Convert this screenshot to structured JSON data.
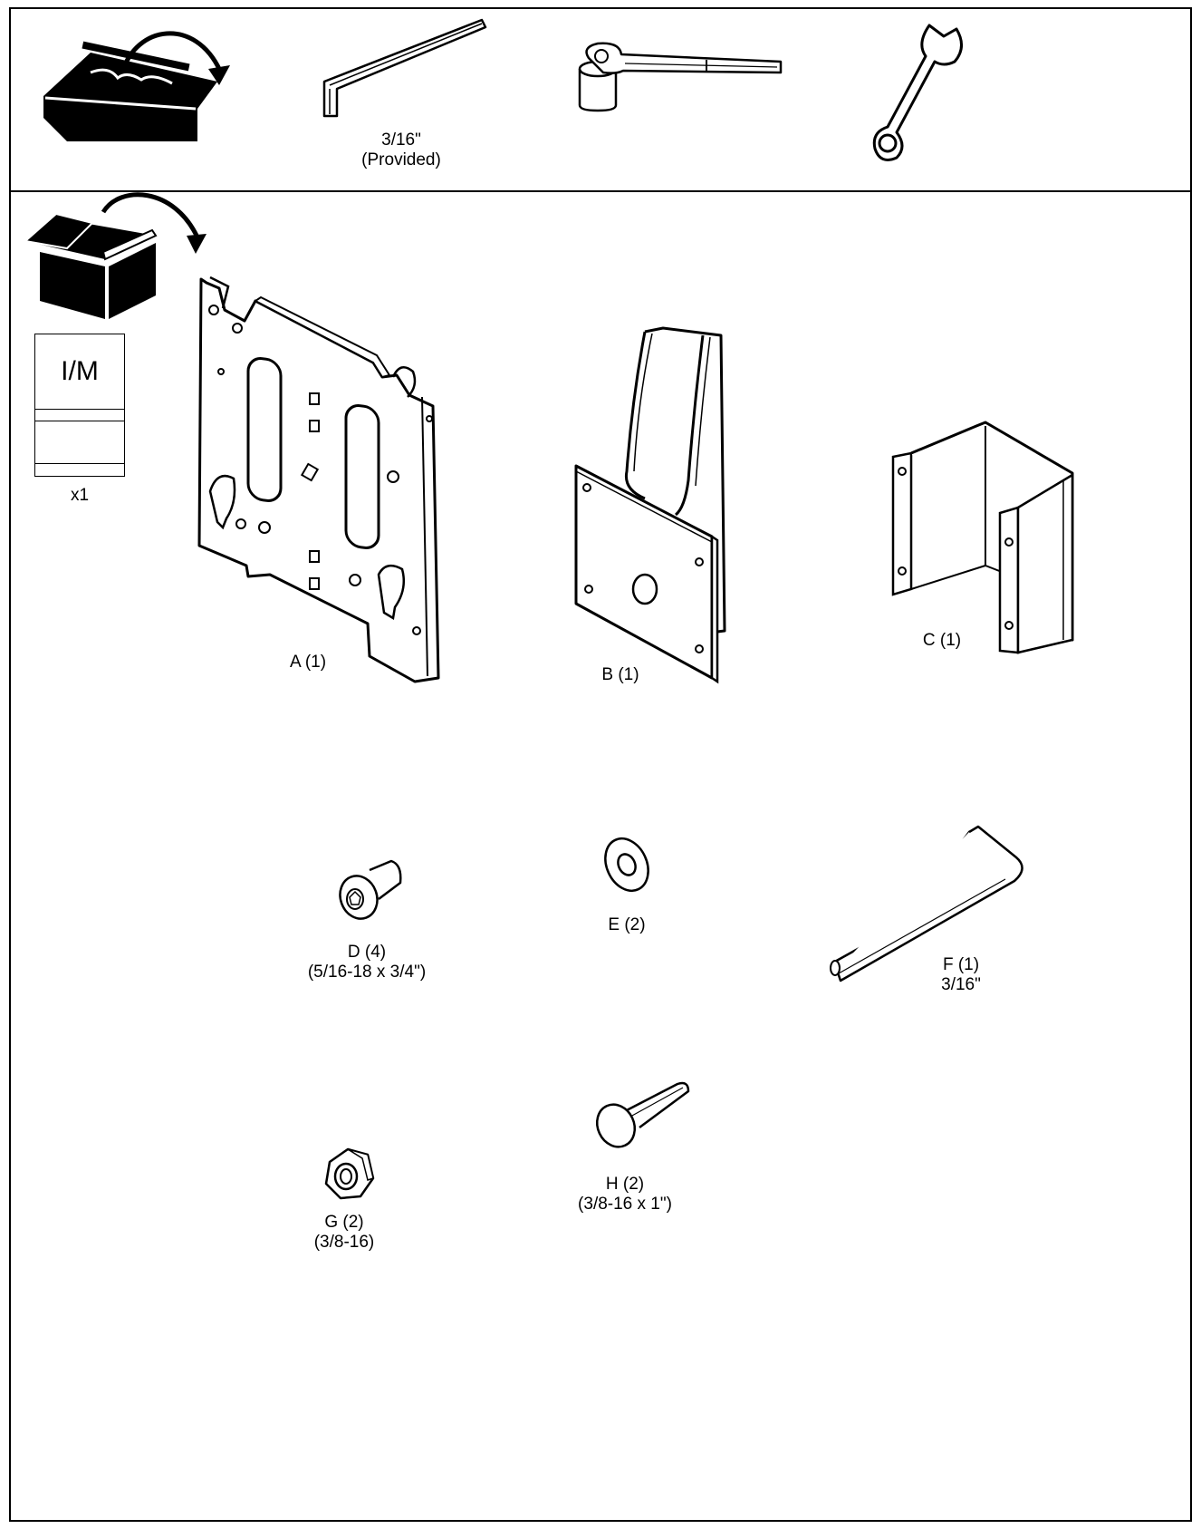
{
  "tools": {
    "icon": "toolbox-icon",
    "hex_key": {
      "icon": "hex-key-icon",
      "size": "3/16\"",
      "note": "(Provided)"
    },
    "ratchet": {
      "icon": "socket-wrench-icon"
    },
    "wrench": {
      "icon": "open-end-wrench-icon"
    }
  },
  "contents": {
    "icon": "open-box-icon",
    "manual": {
      "label": "I/M",
      "qty": "x1"
    },
    "parts": {
      "a": {
        "label": "A (1)"
      },
      "b": {
        "label": "B (1)"
      },
      "c": {
        "label": "C (1)"
      },
      "d": {
        "label": "D (4)",
        "spec": "(5/16-18 x 3/4\")"
      },
      "e": {
        "label": "E (2)"
      },
      "f": {
        "label": "F (1)",
        "spec": "3/16\""
      },
      "g": {
        "label": "G (2)",
        "spec": "(3/8-16)"
      },
      "h": {
        "label": "H (2)",
        "spec": "(3/8-16 x 1\")"
      }
    }
  }
}
